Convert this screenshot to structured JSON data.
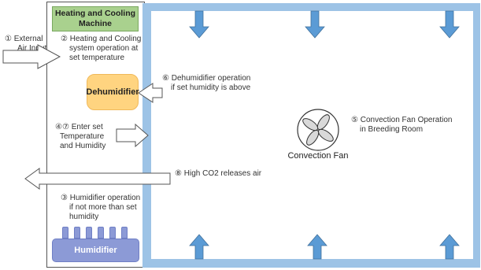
{
  "machine": {
    "title": "Heating and Cooling Machine"
  },
  "step_external_air": {
    "marker": "①",
    "line1": "External",
    "line2": "Air Input"
  },
  "step_system_operation": {
    "marker": "②",
    "line1": "Heating and Cooling",
    "line2": "system operation at",
    "line3": "set temperature"
  },
  "dehumidifier": {
    "label": "Dehumidifier"
  },
  "step_dehumidifier": {
    "marker": "⑥",
    "line1": "Dehumidifier operation",
    "line2": "if set humidity is above"
  },
  "step_enter_set": {
    "marker": "④⑦",
    "line1": "Enter set",
    "line2": "Temperature",
    "line3": "and Humidity"
  },
  "step_convection": {
    "marker": "⑤",
    "line1": "Convection Fan Operation",
    "line2": "in Breeding Room"
  },
  "fan": {
    "label": "Convection Fan"
  },
  "step_co2": {
    "marker": "⑧",
    "text": "High CO2 releases air"
  },
  "step_humidifier": {
    "marker": "③",
    "line1": "Humidifier operation",
    "line2": "if not more than set",
    "line3": "humidity"
  },
  "humidifier": {
    "label": "Humidifier"
  },
  "colors": {
    "wall": "#9dc3e6",
    "arrow": "#5b9bd5",
    "machine": "#a9d18e",
    "dehumidifier": "#ffd480",
    "humidifier": "#8c9ad6"
  }
}
